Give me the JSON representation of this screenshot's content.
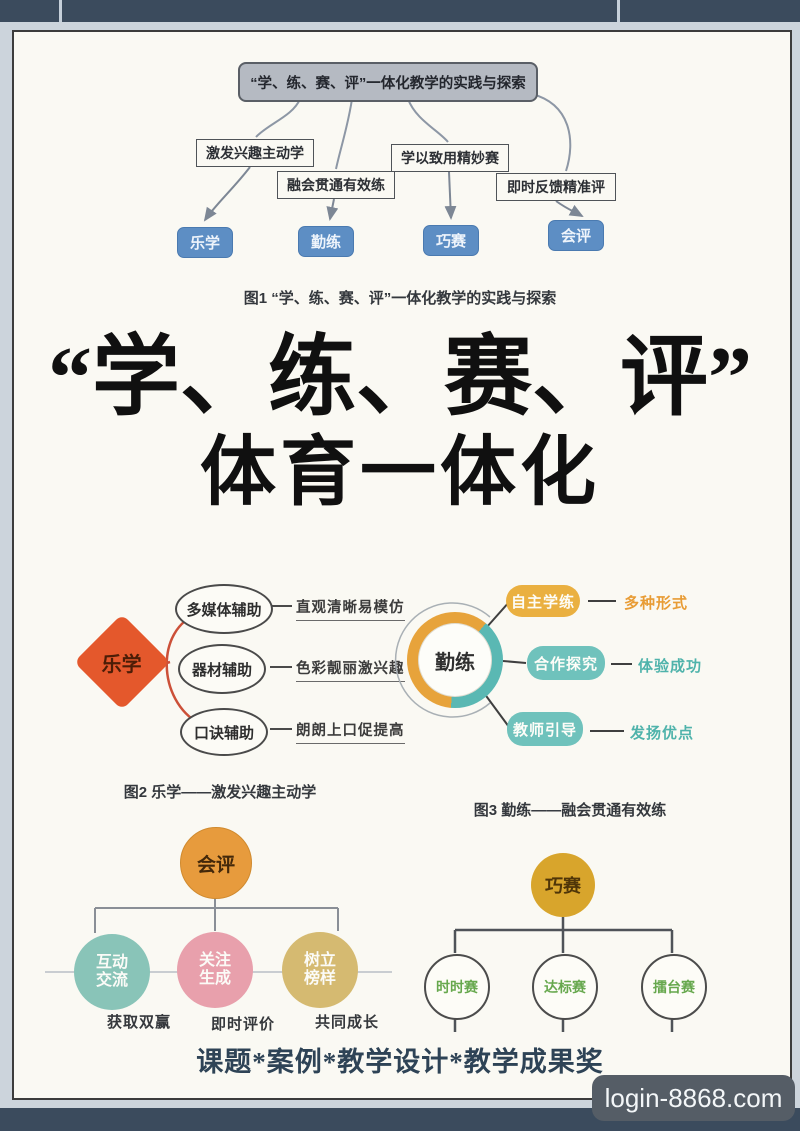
{
  "fig1": {
    "title": "“学、练、赛、评”一体化教学的实践与探索",
    "branches": [
      {
        "label": "激发兴趣主动学"
      },
      {
        "label": "融会贯通有效练"
      },
      {
        "label": "学以致用精妙赛"
      },
      {
        "label": "即时反馈精准评"
      }
    ],
    "nodes": [
      {
        "label": "乐学"
      },
      {
        "label": "勤练"
      },
      {
        "label": "巧赛"
      },
      {
        "label": "会评"
      }
    ],
    "caption": "图1 “学、练、赛、评”一体化教学的实践与探索"
  },
  "headline": {
    "line1": "“学、练、赛、评”",
    "line2": "体育一体化"
  },
  "fig2": {
    "root": "乐学",
    "items": [
      {
        "label": "多媒体辅助",
        "note": "直观清晰易模仿"
      },
      {
        "label": "器材辅助",
        "note": "色彩靓丽激兴趣"
      },
      {
        "label": "口诀辅助",
        "note": "朗朗上口促提高"
      }
    ],
    "caption": "图2 乐学——激发兴趣主动学"
  },
  "fig3": {
    "root": "勤练",
    "items": [
      {
        "label": "自主学练",
        "note": "多种形式"
      },
      {
        "label": "合作探究",
        "note": "体验成功"
      },
      {
        "label": "教师引导",
        "note": "发扬优点"
      }
    ],
    "caption": "图3 勤练——融会贯通有效练"
  },
  "fig_review": {
    "root": "会评",
    "items": [
      {
        "line1": "互动",
        "line2": "交流",
        "note": "获取双赢"
      },
      {
        "line1": "关注",
        "line2": "生成",
        "note": "即时评价"
      },
      {
        "line1": "树立",
        "line2": "榜样",
        "note": "共同成长"
      }
    ]
  },
  "fig_match": {
    "root": "巧赛",
    "items": [
      {
        "label": "时时赛"
      },
      {
        "label": "达标赛"
      },
      {
        "label": "擂台赛"
      }
    ]
  },
  "footer": {
    "text": "课题*案例*教学设计*教学成果奖"
  },
  "watermark": {
    "label": "login-8868.com"
  },
  "palette": {
    "frame_bar": "#3b4b5d",
    "page_margin": "#ccd4dc",
    "card_bg": "#faf9f3",
    "node_blue": "#5d8ec4",
    "diamond_orange": "#e4582c",
    "ring_orange": "#e7a33b",
    "ring_teal": "#5ab8b3",
    "review_orange": "#e79b3d",
    "circle_teal": "#89c4b8",
    "circle_pink": "#e8a0ac",
    "circle_tan": "#d5ba71",
    "match_gold": "#d8a52c",
    "match_green_text": "#67a84e",
    "watermark_bg": "#555d66"
  }
}
